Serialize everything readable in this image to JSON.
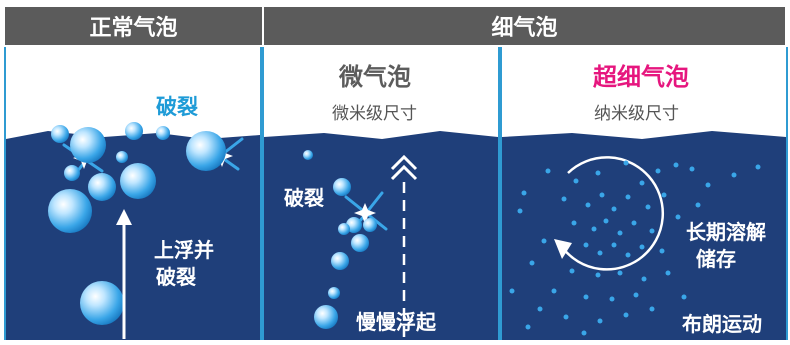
{
  "headers": {
    "normal": "正常气泡",
    "fine": "细气泡"
  },
  "panel_normal": {
    "burst": "破裂",
    "rise_line1": "上浮并",
    "rise_line2": "破裂"
  },
  "panel_micro": {
    "title": "微气泡",
    "subtitle": "微米级尺寸",
    "burst": "破裂",
    "rise": "慢慢浮起"
  },
  "panel_ultra": {
    "title": "超细气泡",
    "subtitle": "纳米级尺寸",
    "store_line1": "长期溶解",
    "store_line2": "储存",
    "motion": "布朗运动"
  },
  "colors": {
    "water": "#1f3f7a",
    "header": "#5b5b5b",
    "border": "#2f9bd2",
    "bubble": "#3aa6e8",
    "accent": "#e6167e"
  }
}
